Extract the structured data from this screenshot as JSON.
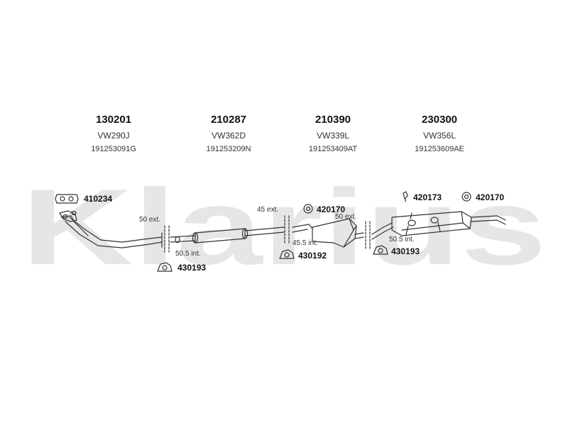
{
  "watermark": "Klarius",
  "sections": [
    {
      "part_number": "130201",
      "model_code": "VW290J",
      "oem_number": "191253091G"
    },
    {
      "part_number": "210287",
      "model_code": "VW362D",
      "oem_number": "191253209N"
    },
    {
      "part_number": "210390",
      "model_code": "VW339L",
      "oem_number": "191253409AT"
    },
    {
      "part_number": "230300",
      "model_code": "VW356L",
      "oem_number": "191253609AE"
    }
  ],
  "fittings": {
    "gasket_1": "410234",
    "clamp_1": "430193",
    "mount_1": "420170",
    "clamp_2": "430192",
    "mount_2": "420173",
    "mount_3": "420170",
    "clamp_3": "430193"
  },
  "dimensions": {
    "d1_ext": "50 ext.",
    "d1_int": "50.5 int.",
    "d2_ext": "45 ext.",
    "d2_int": "45.5 int.",
    "d3_ext": "50 ext.",
    "d3_int": "50.5 int."
  },
  "colors": {
    "watermark": "#e6e6e6",
    "line": "#333333"
  }
}
